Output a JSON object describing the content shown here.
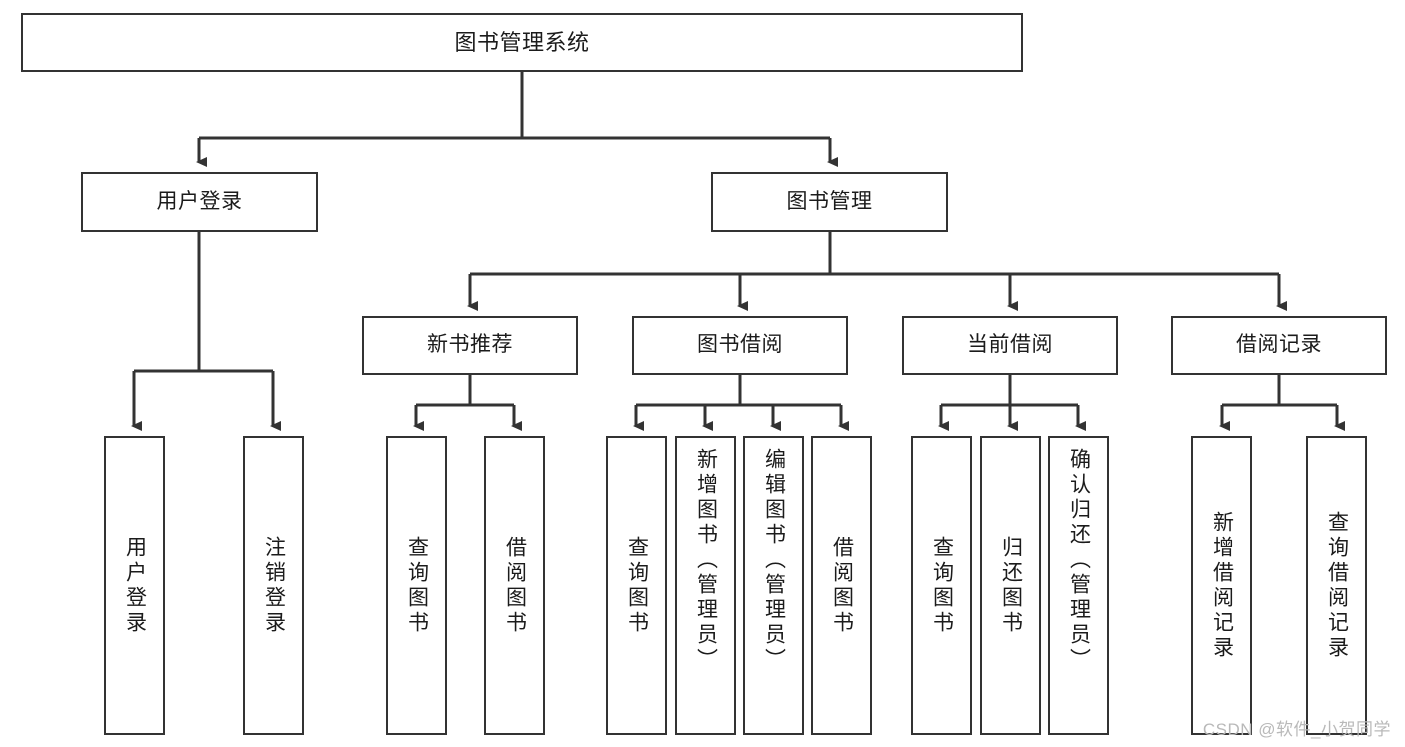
{
  "diagram": {
    "title": "图书管理系统",
    "type": "hierarchy-tree",
    "watermark": "CSDN @软件_小贺同学",
    "colors": {
      "node_border": "#333333",
      "node_fill": "#ffffff",
      "edge": "#333333",
      "text": "#1b1b1b",
      "watermark": "#b9b9b9",
      "background": "#ffffff"
    },
    "levels": {
      "root": {
        "label": "图书管理系统"
      },
      "level2": [
        {
          "id": "user-login",
          "label": "用户登录"
        },
        {
          "id": "book-management",
          "label": "图书管理"
        }
      ],
      "level3": [
        {
          "id": "new-book-recommend",
          "label": "新书推荐",
          "parent": "book-management"
        },
        {
          "id": "book-borrow",
          "label": "图书借阅",
          "parent": "book-management"
        },
        {
          "id": "current-borrow",
          "label": "当前借阅",
          "parent": "book-management"
        },
        {
          "id": "borrow-record",
          "label": "借阅记录",
          "parent": "book-management"
        }
      ],
      "leaves": [
        {
          "id": "leaf-user-login",
          "label": "用户登录",
          "parent": "user-login"
        },
        {
          "id": "leaf-logout-login",
          "label": "注销登录",
          "parent": "user-login"
        },
        {
          "id": "leaf-query-book-1",
          "label": "查询图书",
          "parent": "new-book-recommend"
        },
        {
          "id": "leaf-borrow-book-1",
          "label": "借阅图书",
          "parent": "new-book-recommend"
        },
        {
          "id": "leaf-query-book-2",
          "label": "查询图书",
          "parent": "book-borrow"
        },
        {
          "id": "leaf-add-book",
          "label": "新增图书（管理员）",
          "parent": "book-borrow"
        },
        {
          "id": "leaf-edit-book",
          "label": "编辑图书（管理员）",
          "parent": "book-borrow"
        },
        {
          "id": "leaf-borrow-book-2",
          "label": "借阅图书",
          "parent": "book-borrow"
        },
        {
          "id": "leaf-query-book-3",
          "label": "查询图书",
          "parent": "current-borrow"
        },
        {
          "id": "leaf-return-book",
          "label": "归还图书",
          "parent": "current-borrow"
        },
        {
          "id": "leaf-confirm-return",
          "label": "确认归还（管理员）",
          "parent": "current-borrow"
        },
        {
          "id": "leaf-add-record",
          "label": "新增借阅记录",
          "parent": "borrow-record"
        },
        {
          "id": "leaf-query-record",
          "label": "查询借阅记录",
          "parent": "borrow-record"
        }
      ]
    }
  }
}
